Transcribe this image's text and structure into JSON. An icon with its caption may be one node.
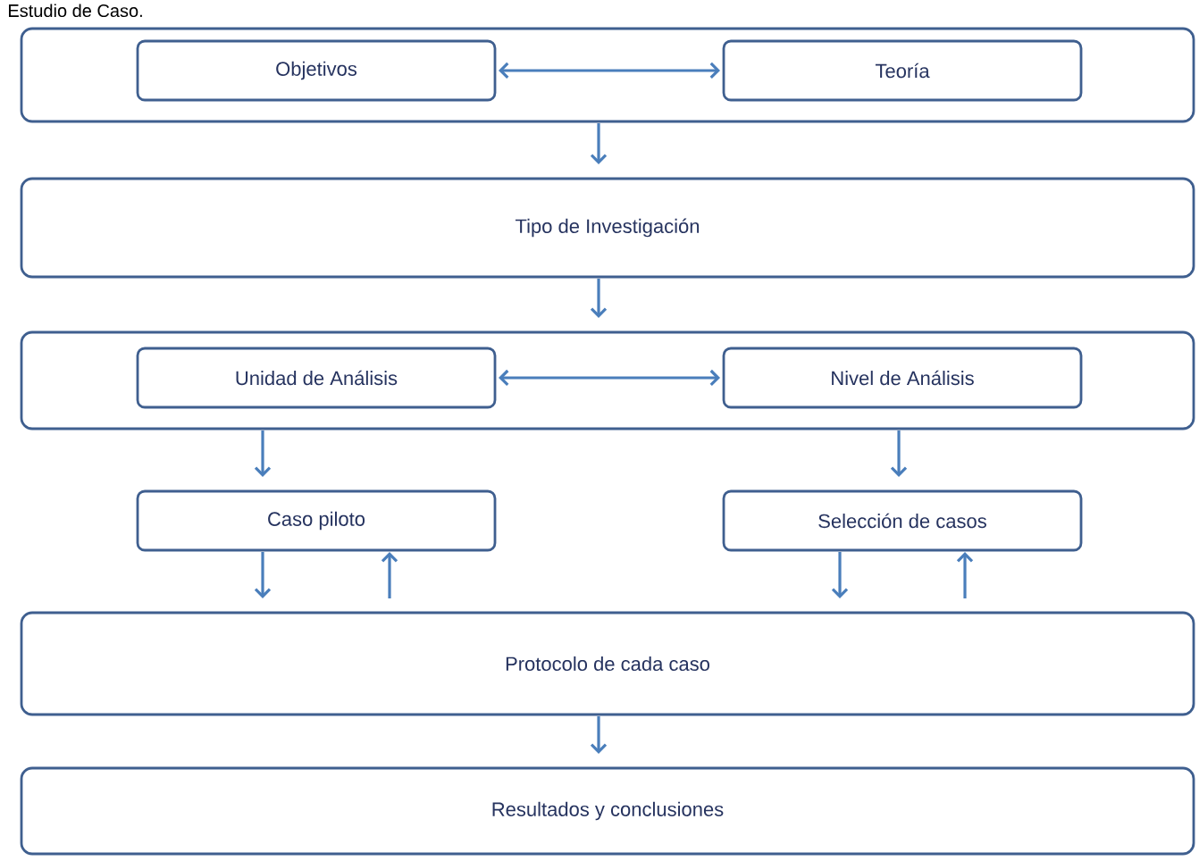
{
  "diagram": {
    "title": "Estudio de Caso.",
    "nodes": [
      {
        "text": [],
        "shape": "box"
      },
      {
        "text": [
          "Objetivos"
        ],
        "in": 0
      },
      {
        "text": [
          "Teoría"
        ],
        "in": 0
      },
      {
        "text": [
          "Tipo de Investigación"
        ]
      },
      {
        "text": [],
        "shape": "box"
      },
      {
        "text": [
          "Unidad de Análisis"
        ],
        "in": 4
      },
      {
        "text": [
          "Nivel de Análisis"
        ],
        "in": 4
      },
      {
        "text": [
          "Caso piloto"
        ]
      },
      {
        "text": [
          "Selección de casos"
        ]
      },
      {
        "text": [
          "Protocolo de cada caso"
        ]
      },
      {
        "text": [
          "Resultados y conclusiones"
        ]
      }
    ],
    "edges": [
      {
        "from": 1,
        "to": 2,
        "arrow": "both"
      },
      {
        "from": 0,
        "to": 3,
        "arrow": "to"
      },
      {
        "from": 3,
        "to": 4,
        "arrow": "to"
      },
      {
        "from": 5,
        "to": 6,
        "arrow": "both"
      },
      {
        "from": 4,
        "to": 7,
        "arrow": "to"
      },
      {
        "from": 4,
        "to": 8,
        "arrow": "to"
      },
      {
        "from": 7,
        "to": 9,
        "arrow": "to"
      },
      {
        "from": 9,
        "to": 7,
        "arrow": "to"
      },
      {
        "from": 8,
        "to": 9,
        "arrow": "to"
      },
      {
        "from": 9,
        "to": 8,
        "arrow": "to"
      },
      {
        "from": 9,
        "to": 10,
        "arrow": "to"
      }
    ]
  }
}
